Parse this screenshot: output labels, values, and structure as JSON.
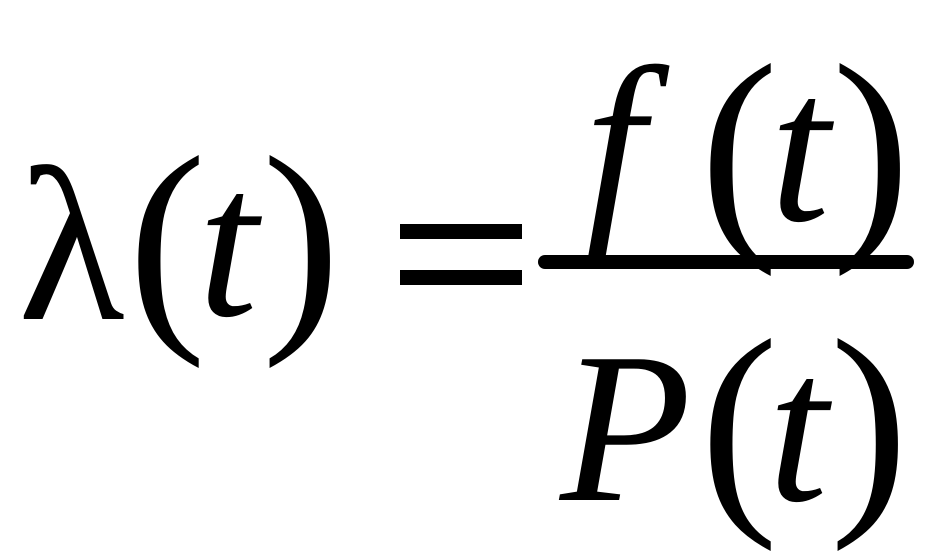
{
  "formula": {
    "lhs": {
      "function_symbol": "λ",
      "open_paren": "(",
      "variable": "t",
      "close_paren": ")"
    },
    "operator": "=",
    "numerator": {
      "function_symbol": "f",
      "open_paren": "(",
      "variable": "t",
      "close_paren": ")"
    },
    "denominator": {
      "function_symbol": "P",
      "open_paren": "(",
      "variable": "t",
      "close_paren": ")"
    },
    "text_color": "#000000",
    "background_color": "#ffffff"
  }
}
